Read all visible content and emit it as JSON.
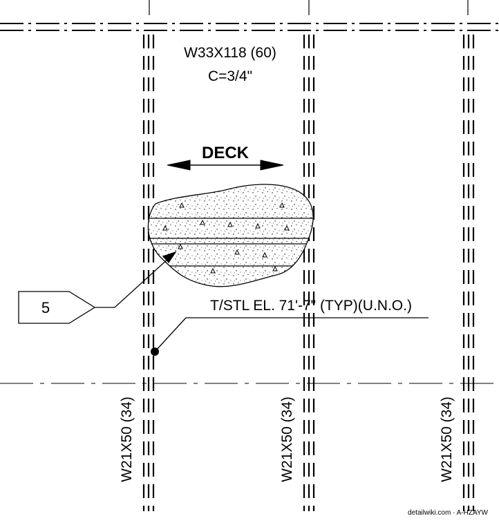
{
  "beam_label": "W33X118 (60)",
  "camber_label": "C=3/4\"",
  "deck_label": "DECK",
  "keynote_number": "5",
  "elevation_note": "T/STL EL. 71'-7\" (TYP)(U.N.O.)",
  "column_beams": [
    "W21X50 (34)",
    "W21X50 (34)",
    "W21X50 (34)"
  ],
  "watermark": "detailwiki.com · A-HZAYW"
}
